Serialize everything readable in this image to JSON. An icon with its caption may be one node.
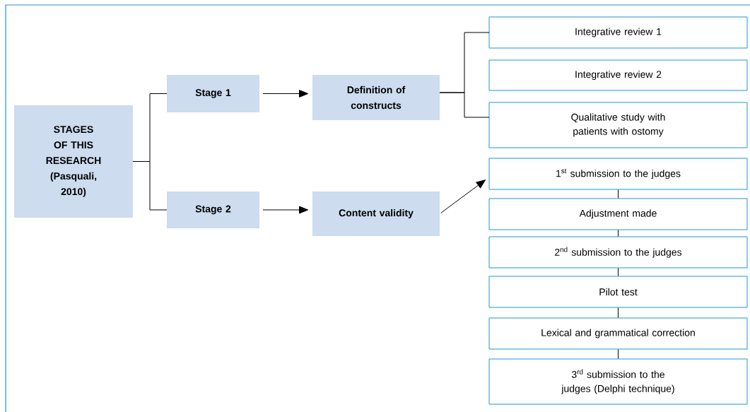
{
  "diagram": {
    "nodes": [
      {
        "text": [
          "STAGES OF THIS RESEARCH (Pasquali, 2010)"
        ]
      },
      {
        "text": [
          "Stage 1"
        ]
      },
      {
        "text": [
          "Stage 2"
        ]
      },
      {
        "text": [
          "Definition of constructs"
        ]
      },
      {
        "text": [
          "Content validity"
        ]
      },
      {
        "text": [
          "Integrative review 1"
        ]
      },
      {
        "text": [
          "Integrative review 2"
        ]
      },
      {
        "text": [
          "Qualitative study with patients with ostomy"
        ]
      },
      {
        "text": [
          "1$^{st}$ submission to the judges"
        ]
      },
      {
        "text": [
          "Adjustment made"
        ]
      },
      {
        "text": [
          "2$^{nd}$ submission to the judges"
        ]
      },
      {
        "text": [
          "Pilot test"
        ]
      },
      {
        "text": [
          "Lexical and grammatical correction"
        ]
      },
      {
        "text": [
          "3$^{rd}$ submission to the judges (Delphi technique)"
        ]
      }
    ],
    "edges": [
      {
        "from": 0,
        "to": 1,
        "arrow": "none"
      },
      {
        "from": 0,
        "to": 2,
        "arrow": "none"
      },
      {
        "from": 1,
        "to": 3,
        "arrow": "to"
      },
      {
        "from": 2,
        "to": 4,
        "arrow": "to"
      },
      {
        "from": 3,
        "to": 5,
        "arrow": "none"
      },
      {
        "from": 3,
        "to": 7,
        "arrow": "none"
      },
      {
        "from": 4,
        "to": 8,
        "arrow": "to"
      },
      {
        "from": 8,
        "to": 9,
        "arrow": "none"
      },
      {
        "from": 9,
        "to": 10,
        "arrow": "none"
      },
      {
        "from": 10,
        "to": 11,
        "arrow": "none"
      },
      {
        "from": 11,
        "to": 12,
        "arrow": "none"
      },
      {
        "from": 12,
        "to": 13,
        "arrow": "none"
      }
    ]
  }
}
